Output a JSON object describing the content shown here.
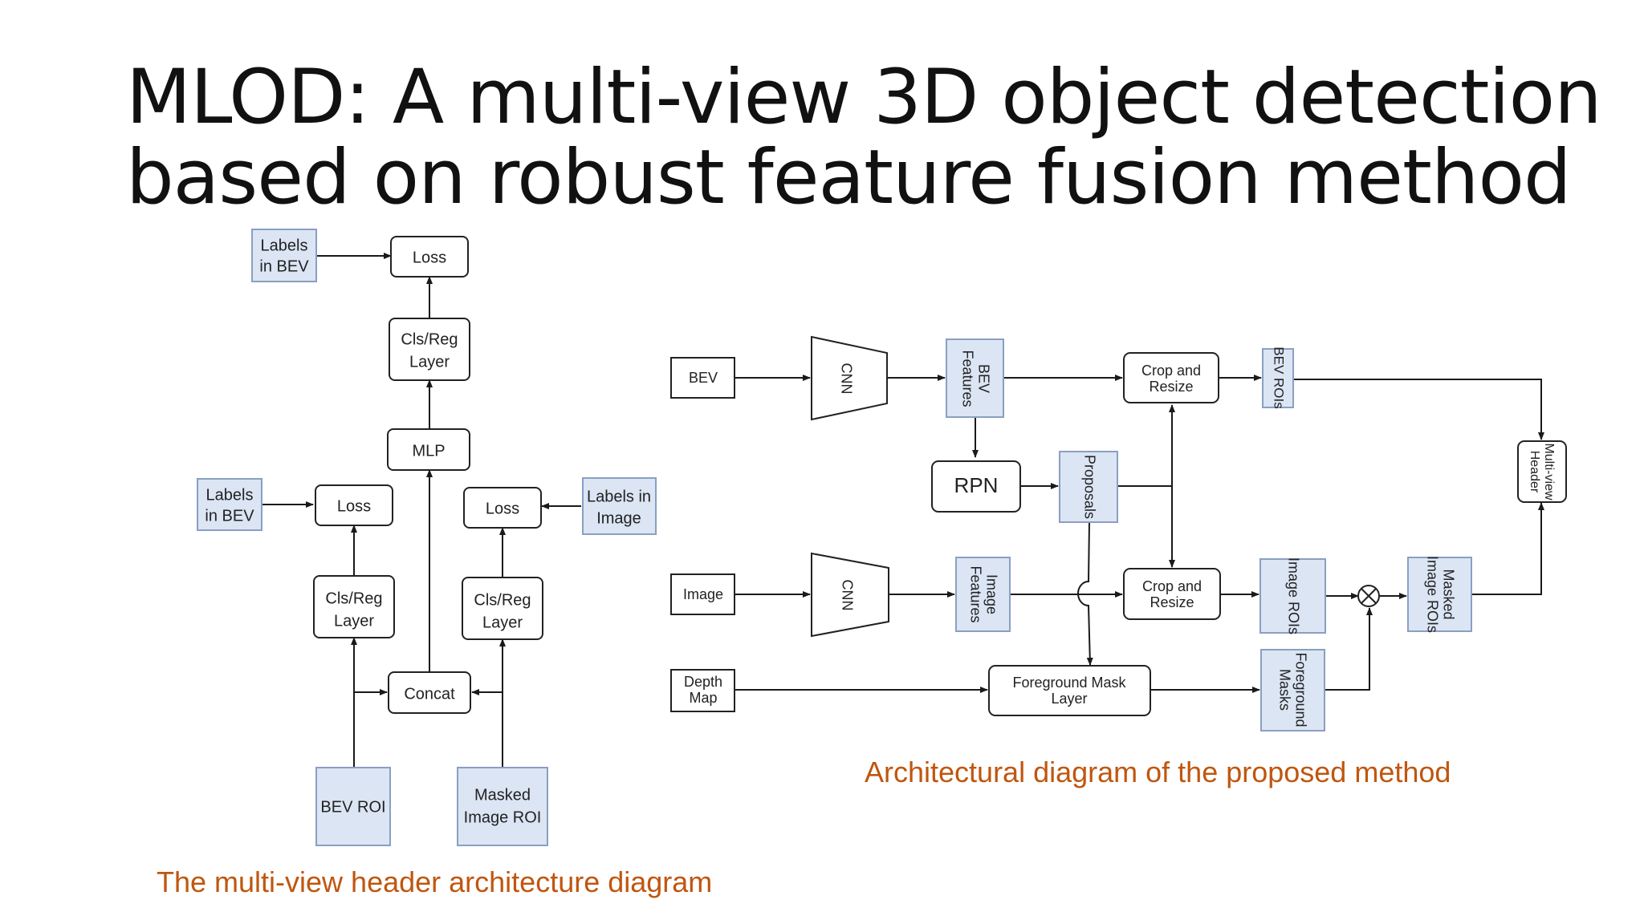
{
  "slide": {
    "title_line1": "MLOD: A multi-view 3D object detection",
    "title_line2": "based on robust feature fusion method"
  },
  "colors": {
    "feature_fill": "#dbe5f4",
    "feature_stroke": "#8a9fc2",
    "caption": "#c0560f",
    "line": "#1a1a1a"
  },
  "left_diagram": {
    "caption": "The multi-view header architecture diagram",
    "nodes": {
      "labels_bev_top": [
        "Labels",
        "in BEV"
      ],
      "loss_top": [
        "Loss"
      ],
      "clsreg_top": [
        "Cls/Reg",
        "Layer"
      ],
      "mlp": [
        "MLP"
      ],
      "labels_bev_left": [
        "Labels",
        "in BEV"
      ],
      "loss_left": [
        "Loss"
      ],
      "loss_right": [
        "Loss"
      ],
      "labels_image": [
        "Labels in",
        "Image"
      ],
      "clsreg_left": [
        "Cls/Reg",
        "Layer"
      ],
      "clsreg_right": [
        "Cls/Reg",
        "Layer"
      ],
      "concat": [
        "Concat"
      ],
      "bev_roi": [
        "BEV ROI"
      ],
      "masked_image_roi": [
        "Masked",
        "Image ROI"
      ]
    }
  },
  "right_diagram": {
    "caption": "Architectural diagram of the proposed method",
    "nodes": {
      "bev": [
        "BEV"
      ],
      "cnn_top": [
        "CNN"
      ],
      "bev_features": [
        "BEV",
        "Features"
      ],
      "crop_resize_top": [
        "Crop and",
        "Resize"
      ],
      "bev_rois": [
        "BEV ROIs"
      ],
      "rpn": [
        "RPN"
      ],
      "proposals": [
        "Proposals"
      ],
      "multiview_header": [
        "Multi-view",
        "Header"
      ],
      "image": [
        "Image"
      ],
      "cnn_bottom": [
        "CNN"
      ],
      "image_features": [
        "Image",
        "Features"
      ],
      "crop_resize_bottom": [
        "Crop and",
        "Resize"
      ],
      "image_rois": [
        "Image ROIs"
      ],
      "masked_image_rois": [
        "Masked",
        "Image ROIs"
      ],
      "depth_map": [
        "Depth",
        "Map"
      ],
      "foreground_mask_layer": [
        "Foreground Mask",
        "Layer"
      ],
      "foreground_masks": [
        "Foreground",
        "Masks"
      ]
    }
  }
}
